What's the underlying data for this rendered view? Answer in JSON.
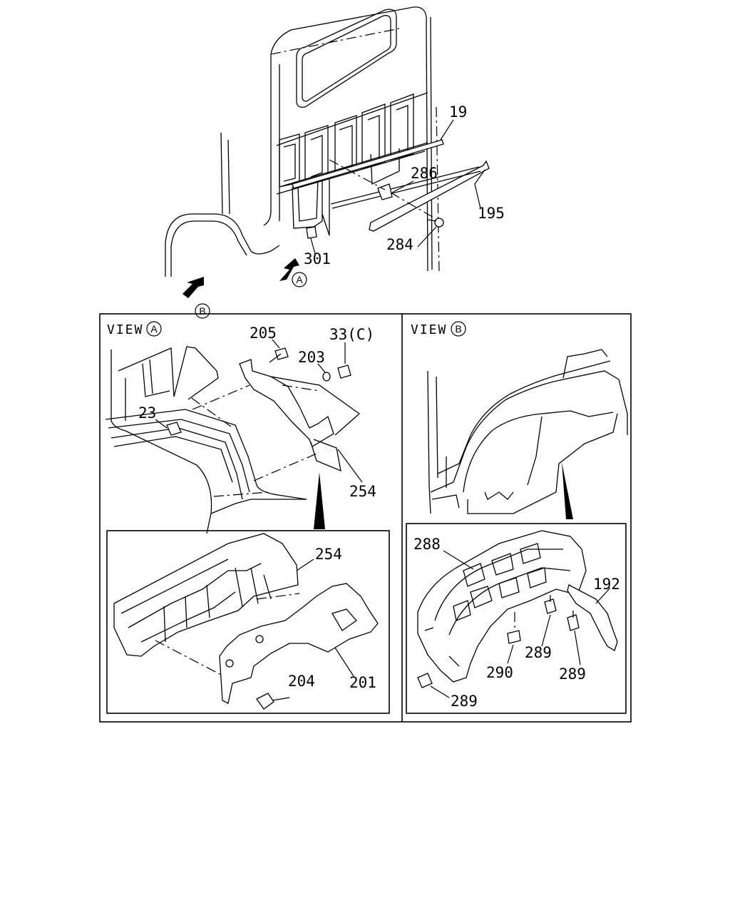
{
  "top_view": {
    "callouts": {
      "p19": "19",
      "p286": "286",
      "p195": "195",
      "p284": "284",
      "p301": "301"
    },
    "arrow_a": "A",
    "arrow_b": "B"
  },
  "view_a": {
    "title": "VIEW",
    "marker": "A",
    "callouts": {
      "p205": "205",
      "p33c": "33(C)",
      "p203": "203",
      "p23": "23",
      "p254_upper": "254",
      "p254_lower": "254",
      "p204": "204",
      "p201": "201"
    }
  },
  "view_b": {
    "title": "VIEW",
    "marker": "B",
    "callouts": {
      "p288": "288",
      "p192": "192",
      "p289_a": "289",
      "p290": "290",
      "p289_b": "289",
      "p289_c": "289"
    }
  }
}
